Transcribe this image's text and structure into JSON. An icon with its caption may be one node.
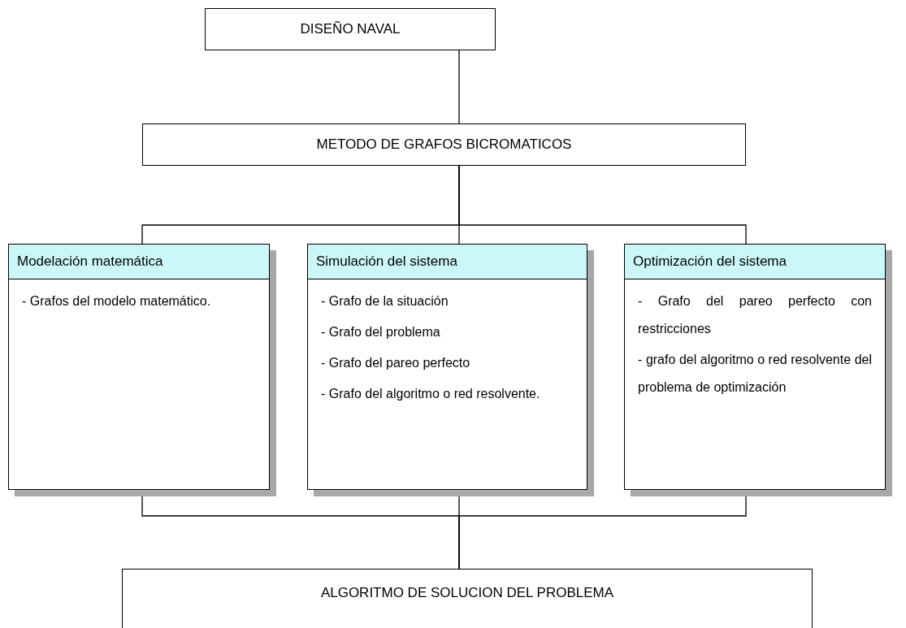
{
  "diagram": {
    "nodes": [
      {
        "text": [
          "DISEÑO NAVAL"
        ]
      },
      {
        "text": [
          "METODO DE GRAFOS BICROMATICOS"
        ]
      },
      {
        "text": [
          "Modelación matemática",
          "- Grafos del modelo matemático."
        ]
      },
      {
        "text": [
          "Simulación del sistema",
          "- Grafo de la situación",
          "- Grafo del problema",
          "- Grafo del pareo perfecto",
          "- Grafo del algoritmo o red resolvente."
        ]
      },
      {
        "text": [
          "Optimización del sistema",
          "- Grafo del pareo perfecto con restricciones",
          "- grafo del algoritmo o red resolvente del problema de optimización"
        ]
      },
      {
        "text": [
          "ALGORITMO DE SOLUCION DEL PROBLEMA"
        ]
      }
    ],
    "edges": [
      {
        "from": 0,
        "to": 1,
        "arrow": "none"
      },
      {
        "from": 1,
        "to": 2,
        "arrow": "none"
      },
      {
        "from": 1,
        "to": 3,
        "arrow": "none"
      },
      {
        "from": 1,
        "to": 4,
        "arrow": "none"
      },
      {
        "from": 2,
        "to": 5,
        "arrow": "none"
      },
      {
        "from": 3,
        "to": 5,
        "arrow": "none"
      },
      {
        "from": 4,
        "to": 5,
        "arrow": "none"
      }
    ]
  }
}
